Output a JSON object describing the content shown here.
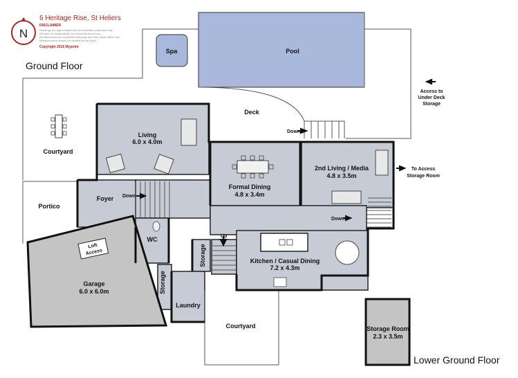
{
  "header": {
    "compass_letter": "N",
    "address": "6 Heritage Rise, St Heliers",
    "disclaimer_title": "DISCLAIMER",
    "disclaimer_lines": [
      "Drawings are approximate and for illustration purposes only.",
      "We take no responsibility for omissions and errors.",
      "All dimensions are measured internally and floor areas reflect this.",
      "Measurements should be verified by the buyer."
    ],
    "copyright": "Copyright 2016    Mypoint"
  },
  "floors": {
    "ground": "Ground Floor",
    "lower": "Lower Ground Floor"
  },
  "outdoor": {
    "spa": "Spa",
    "pool": "Pool",
    "deck": "Deck",
    "courtyard_left": "Courtyard",
    "courtyard_bottom": "Courtyard",
    "portico": "Portico"
  },
  "rooms": {
    "living": {
      "name": "Living",
      "size": "6.0 x 4.0m"
    },
    "formal_dining": {
      "name": "Formal Dining",
      "size": "4.8 x 3.4m"
    },
    "second_living": {
      "name": "2nd Living / Media",
      "size": "4.8 x 3.5m"
    },
    "foyer": {
      "name": "Foyer"
    },
    "wc": {
      "name": "WC"
    },
    "storage_center": {
      "name": "Storage"
    },
    "storage_left": {
      "name": "Storage"
    },
    "laundry": {
      "name": "Laundry"
    },
    "kitchen": {
      "name": "Kitchen / Casual Dining",
      "size": "7.2 x 4.3m"
    },
    "garage": {
      "name": "Garage",
      "size": "6.0 x 6.0m"
    },
    "loft_access": {
      "line1": "Loft",
      "line2": "Access"
    },
    "storage_room": {
      "name": "Storage Room",
      "size": "2.3 x 3.5m"
    }
  },
  "annotations": {
    "down_deck": "Down",
    "down_foyer": "Down",
    "down_media": "Down",
    "up_stairs": "Up",
    "access_under_deck": [
      "Access to",
      "Under Deck",
      "Storage"
    ],
    "access_storage_room": [
      "To Access",
      "Storage Room"
    ]
  },
  "colors": {
    "room_fill": "#c7cbd6",
    "pool_fill": "#a9b9dc",
    "spa_fill": "#a9b9dc",
    "garage_fill": "#c4c4c4",
    "storage_room_fill": "#c4c4c4",
    "accent_red": "#b22222"
  }
}
